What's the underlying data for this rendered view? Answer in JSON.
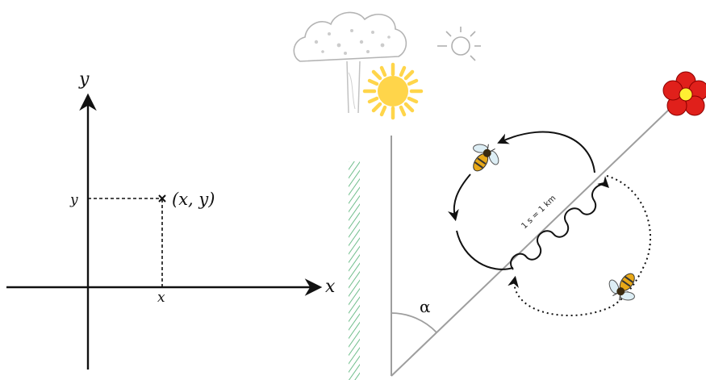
{
  "coordinate_plane": {
    "x_axis_label": "x",
    "y_axis_label": "y",
    "x_tick_label": "x",
    "y_tick_label": "y",
    "point_label": "(x, y)"
  },
  "bee_dance": {
    "angle_label": "α",
    "waggle_label": "1 s = 1 km"
  },
  "colors": {
    "sun": "#FFD54A",
    "flower_petals": "#E0201B",
    "flower_center": "#FFEE33",
    "bee_body": "#E8A818",
    "background_tree": "#BDBDBD",
    "hatched_strip": "#4CAF6A"
  },
  "icons": [
    "sun-icon",
    "flower-icon",
    "bee-icon",
    "tree-icon",
    "sun-outline-icon"
  ]
}
